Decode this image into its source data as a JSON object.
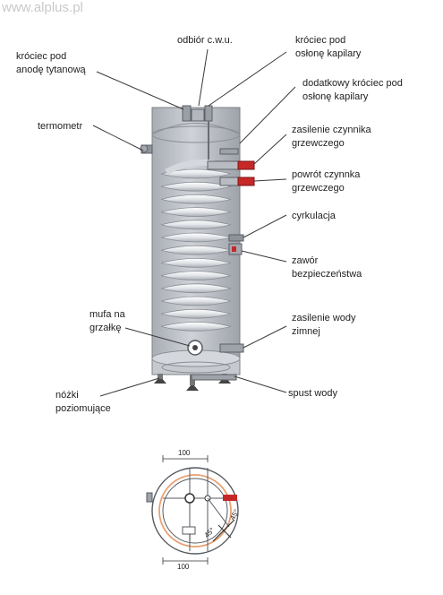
{
  "watermark": "www.alplus.pl",
  "labels": {
    "odbior_cwu": "odbiór c.w.u.",
    "krociec_anoda": "króciec pod\nanodę tytanową",
    "krociec_kapilara": "króciec pod\nosłonę kapilary",
    "dodatkowy_krociec": "dodatkowy króciec pod\nosłonę kapilary",
    "termometr": "termometr",
    "zasilenie_czynnika": "zasilenie czynnika\ngrzewczego",
    "powrot_czynnika": "powrót czynnka\ngrzewczego",
    "cyrkulacja": "cyrkulacja",
    "zawor": "zawór\nbezpieczeństwa",
    "mufa": "mufa na\ngrzałkę",
    "zasilenie_wody": "zasilenie wody\nzimnej",
    "nozki": "nóżki\npoziomujące",
    "spust": "spust wody"
  },
  "dimensions": {
    "top": "100",
    "bottom": "100",
    "angle_a": "45°",
    "angle_b": "45°"
  },
  "colors": {
    "tank": "#c4c8ce",
    "tank_dark": "#8e939a",
    "coil": "#e6e8ec",
    "port_red": "#c62828",
    "leader": "#3a3a3a",
    "ring_orange": "#e8a070"
  }
}
